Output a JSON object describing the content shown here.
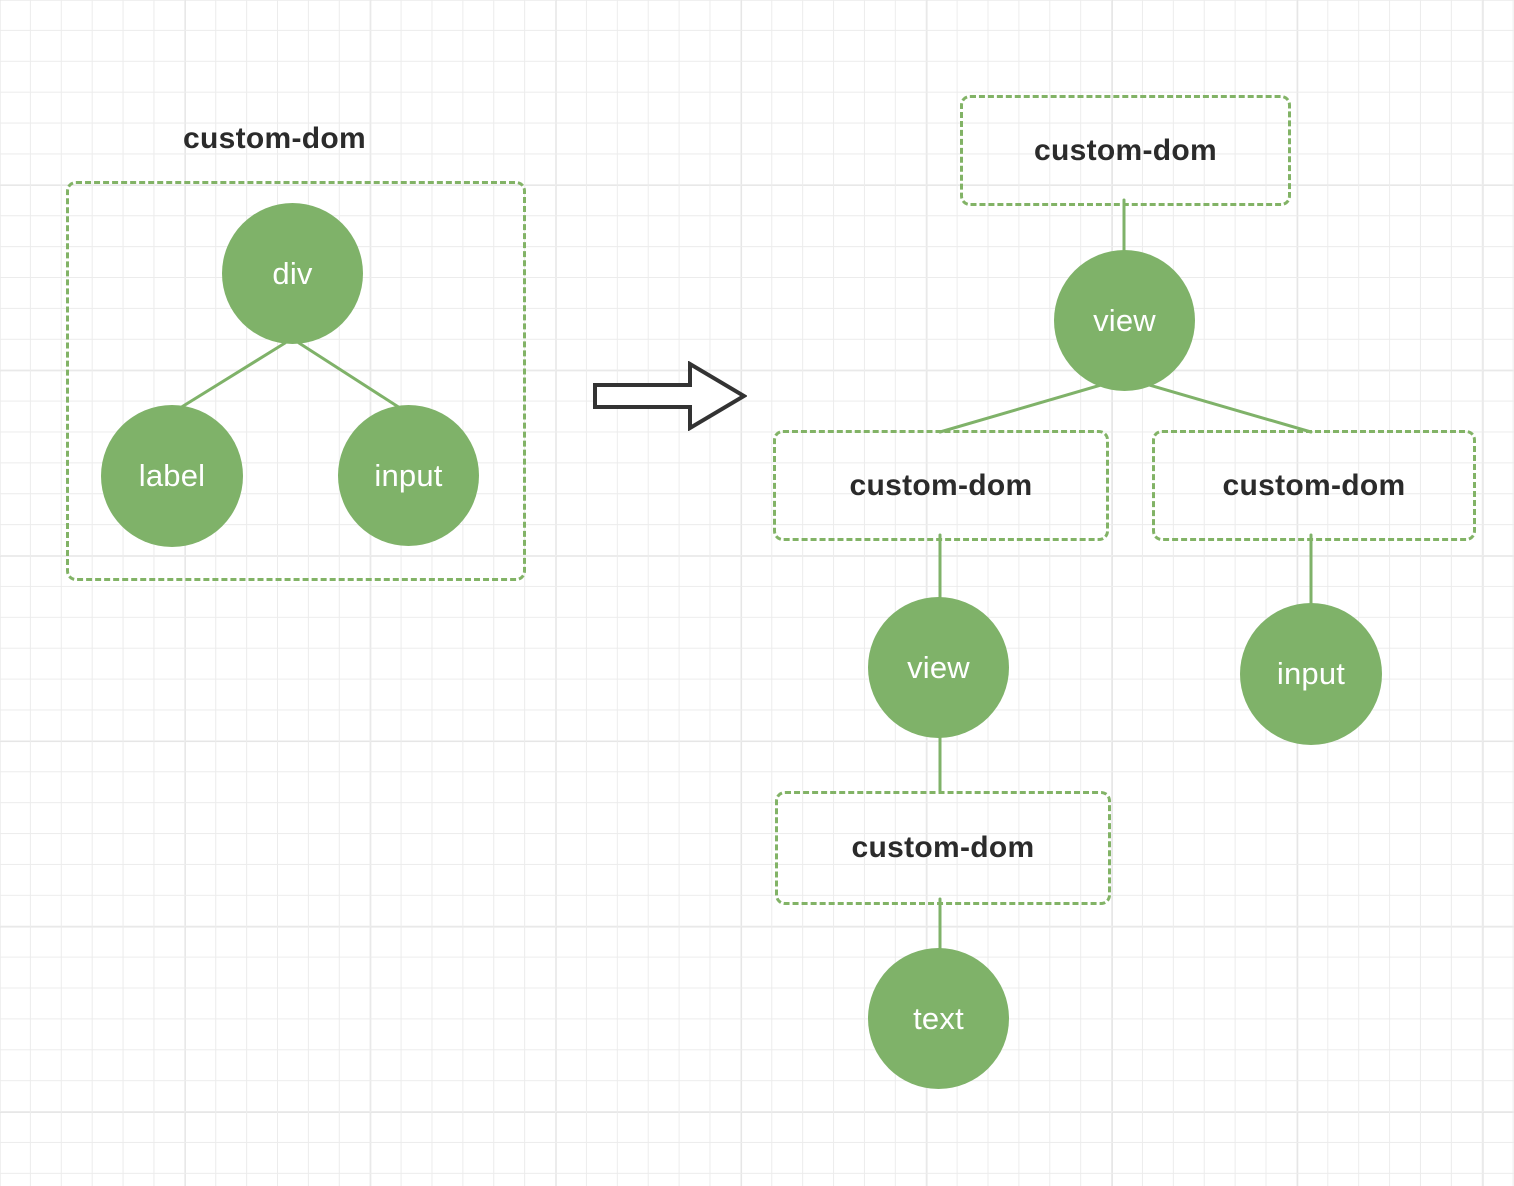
{
  "diagram": {
    "title_left": "custom-dom",
    "transform_arrow": "right-block-arrow",
    "colors": {
      "node_fill": "#7fb269",
      "node_text": "#ffffff",
      "group_border": "#82b366",
      "edge": "#7fb269",
      "label_text": "#2b2b2b",
      "grid_minor": "#ececec",
      "grid_major": "#e2e2e2",
      "arrow_stroke": "#333333",
      "arrow_fill": "#ffffff"
    },
    "left_tree": {
      "group_label": "custom-dom",
      "nodes": [
        {
          "id": "div",
          "label": "div"
        },
        {
          "id": "label",
          "label": "label"
        },
        {
          "id": "input",
          "label": "input"
        }
      ],
      "edges": [
        {
          "from": "div",
          "to": "label"
        },
        {
          "from": "div",
          "to": "input"
        }
      ]
    },
    "right_tree": {
      "boxes": [
        {
          "id": "root-box",
          "label": "custom-dom"
        },
        {
          "id": "left-box",
          "label": "custom-dom"
        },
        {
          "id": "right-box",
          "label": "custom-dom"
        },
        {
          "id": "text-box",
          "label": "custom-dom"
        }
      ],
      "nodes": [
        {
          "id": "view-top",
          "label": "view"
        },
        {
          "id": "view-mid",
          "label": "view"
        },
        {
          "id": "input-node",
          "label": "input"
        },
        {
          "id": "text-node",
          "label": "text"
        }
      ],
      "edges": [
        {
          "from": "root-box",
          "to": "view-top"
        },
        {
          "from": "view-top",
          "to": "left-box"
        },
        {
          "from": "view-top",
          "to": "right-box"
        },
        {
          "from": "left-box",
          "to": "view-mid"
        },
        {
          "from": "right-box",
          "to": "input-node"
        },
        {
          "from": "view-mid",
          "to": "text-box"
        },
        {
          "from": "text-box",
          "to": "text-node"
        }
      ]
    }
  }
}
